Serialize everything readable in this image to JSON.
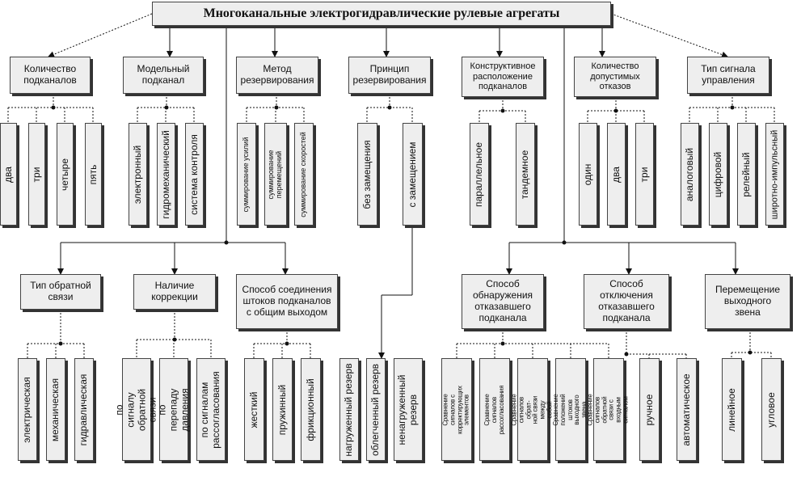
{
  "title": "Многоканальные электрогидравлические рулевые агрегаты",
  "top_categories": [
    {
      "label": "Количество\nподканалов",
      "items": [
        "два",
        "три",
        "четыре",
        "пять"
      ]
    },
    {
      "label": "Модельный\nподканал",
      "items": [
        "электронный",
        "гидромеханический",
        "система контроля"
      ]
    },
    {
      "label": "Метод\nрезервирования",
      "items": [
        "суммирование усилий",
        "суммирование\nперемещений",
        "суммирование скоростей"
      ]
    },
    {
      "label": "Принцип\nрезервирования",
      "items": [
        "без замещения",
        "с замещением"
      ]
    },
    {
      "label": "Конструктивное\nрасположение\nподканалов",
      "items": [
        "параллельное",
        "тандемное"
      ]
    },
    {
      "label": "Количество\nдопустимых\nотказов",
      "items": [
        "один",
        "два",
        "три"
      ]
    },
    {
      "label": "Тип сигнала\nуправления",
      "items": [
        "аналоговый",
        "цифровой",
        "релейный",
        "широтно-импульсный"
      ]
    }
  ],
  "bottom_categories": [
    {
      "label": "Тип обратной\nсвязи",
      "items": [
        "электрическая",
        "механическая",
        "гидравлическая"
      ]
    },
    {
      "label": "Наличие\nкоррекции",
      "items": [
        "по сигналу обратной\nсвязи",
        "по перепаду\nдавления",
        "по сигналам\nрассогласования"
      ]
    },
    {
      "label": "Способ соединения\nштоков подканалов\nс общим выходом",
      "items": [
        "жесткий",
        "пружинный",
        "фрикционный"
      ]
    },
    {
      "label": "",
      "items": [
        "нагруженный резерв",
        "облегченный резерв",
        "ненагруженный\nрезерв"
      ]
    },
    {
      "label": "Способ\nобнаружения\nотказавшего\nподканала",
      "items": [
        "Сравнение сигналов с\nкорректирующих элементов",
        "Сравнение сигналов\nрассогласования",
        "Сравнение сигналов обрат-\nной связи между собой",
        "Сравнение положений\nштоков выходного звена",
        "Сравнение сигналов обратной\nсвязи с входным сигналом"
      ]
    },
    {
      "label": "Способ\nотключения\nотказавшего\nподканала",
      "items": [
        "ручное",
        "автоматическое"
      ]
    },
    {
      "label": "Перемещение\nвыходного\nзвена",
      "items": [
        "линейное",
        "угловое"
      ]
    }
  ]
}
